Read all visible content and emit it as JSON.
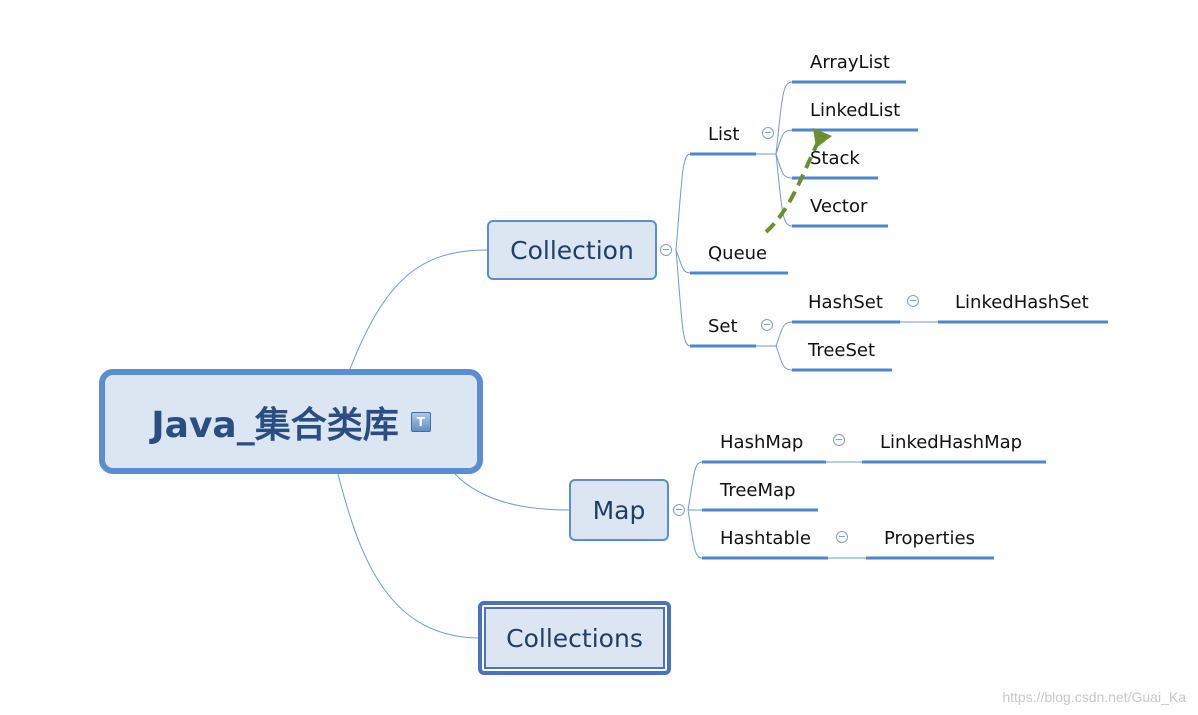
{
  "root": {
    "title": "Java_集合类库",
    "badge": "T"
  },
  "branches": {
    "collection": "Collection",
    "map": "Map",
    "collections": "Collections"
  },
  "collection_children": {
    "list": "List",
    "queue": "Queue",
    "set": "Set"
  },
  "list_children": [
    "ArrayList",
    "LinkedList",
    "Stack",
    "Vector"
  ],
  "set_children": {
    "hashset": "HashSet",
    "linkedhashset": "LinkedHashSet",
    "treeset": "TreeSet"
  },
  "map_children": {
    "hashmap": "HashMap",
    "linkedhashmap": "LinkedHashMap",
    "treemap": "TreeMap",
    "hashtable": "Hashtable",
    "properties": "Properties"
  },
  "relationship": {
    "from": "Queue",
    "to": "LinkedList",
    "color": "#6e8f2f"
  },
  "colors": {
    "line": "#4f86c9",
    "box_fill": "#dce6f2",
    "box_border": "#5b8dd1"
  },
  "watermark": "https://blog.csdn.net/Guai_Ka"
}
